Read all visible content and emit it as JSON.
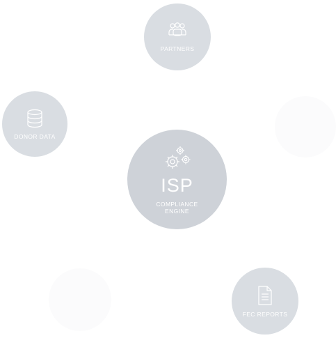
{
  "nodes": {
    "partners": {
      "label": "PARTNERS",
      "icon": "people-icon"
    },
    "donor_data": {
      "label": "DONOR DATA",
      "icon": "database-icon"
    },
    "fec_reports": {
      "label": "FEC REPORTS",
      "icon": "document-icon"
    },
    "isp": {
      "title": "ISP",
      "subtitle_line1": "COMPLIANCE",
      "subtitle_line2": "ENGINE",
      "icon": "gears-icon"
    }
  },
  "colors": {
    "node_fill": "#d9dde2",
    "center_fill": "#ced2d8",
    "icon_text": "#ffffff"
  }
}
